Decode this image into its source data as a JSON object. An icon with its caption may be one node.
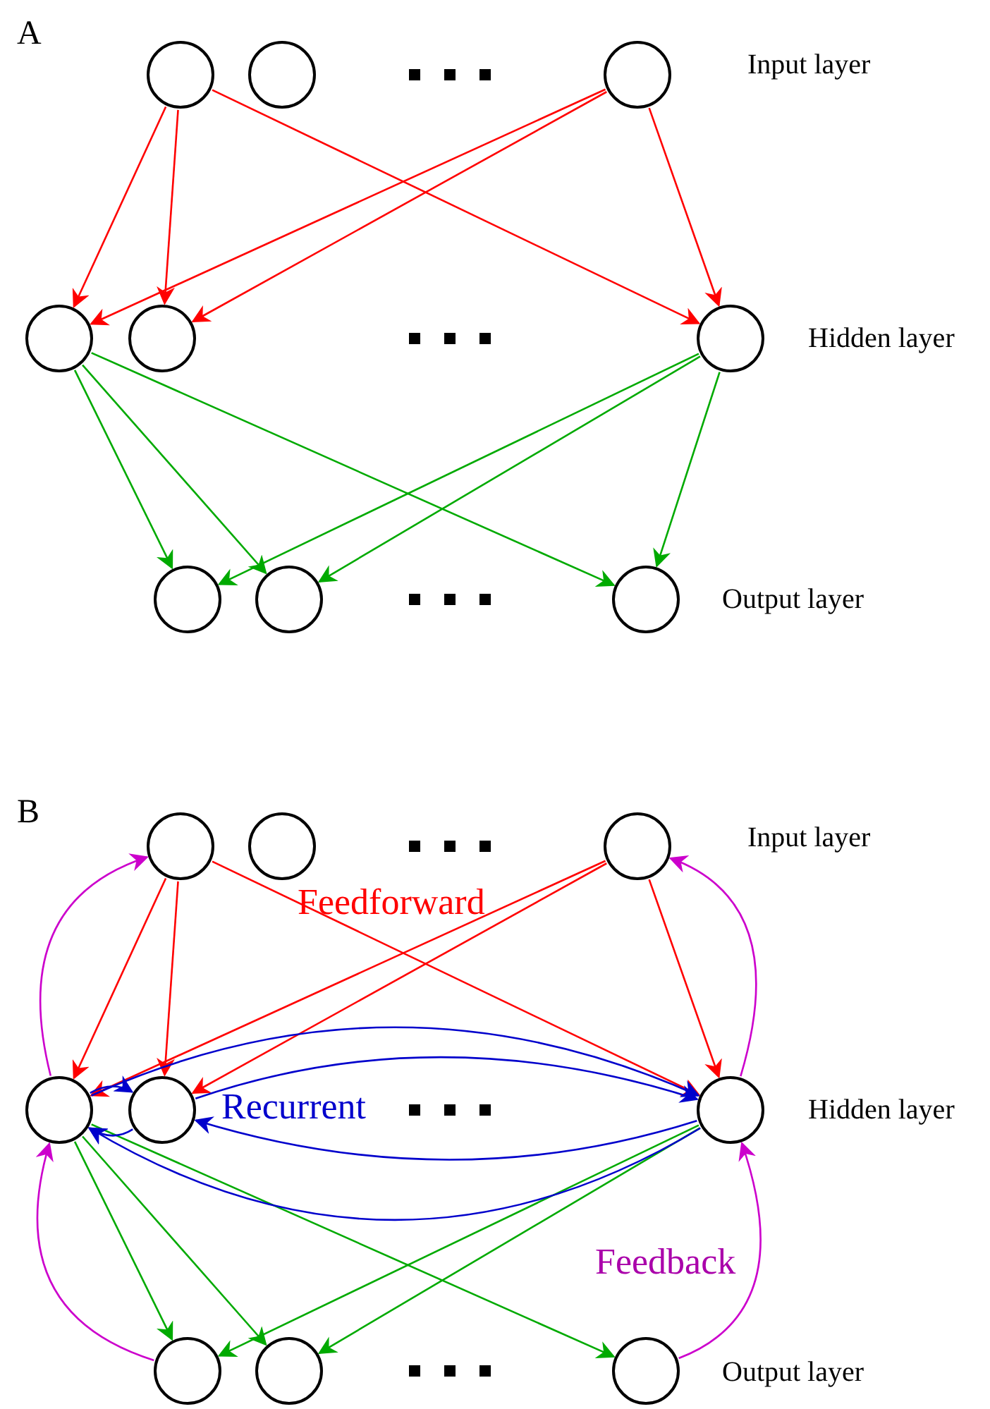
{
  "diagram": {
    "nodes": [
      {
        "text": [],
        "shape": "circle"
      },
      {
        "text": [],
        "shape": "circle"
      },
      {
        "text": [],
        "shape": "circle"
      },
      {
        "text": [],
        "shape": "circle"
      },
      {
        "text": [],
        "shape": "circle"
      },
      {
        "text": [],
        "shape": "circle"
      },
      {
        "text": [],
        "shape": "circle"
      },
      {
        "text": [],
        "shape": "circle"
      },
      {
        "text": [],
        "shape": "circle"
      },
      {
        "text": [],
        "shape": "circle"
      },
      {
        "text": [],
        "shape": "circle"
      },
      {
        "text": [],
        "shape": "circle"
      },
      {
        "text": [],
        "shape": "circle"
      },
      {
        "text": [],
        "shape": "circle"
      },
      {
        "text": [],
        "shape": "circle"
      },
      {
        "text": [],
        "shape": "circle"
      },
      {
        "text": [],
        "shape": "circle"
      },
      {
        "text": [],
        "shape": "circle"
      }
    ],
    "edges": [
      {
        "from": 0,
        "to": 3,
        "arrow": "to",
        "color": "#ff0000"
      },
      {
        "from": 0,
        "to": 4,
        "arrow": "to",
        "color": "#ff0000"
      },
      {
        "from": 0,
        "to": 5,
        "arrow": "to",
        "color": "#ff0000"
      },
      {
        "from": 2,
        "to": 3,
        "arrow": "to",
        "color": "#ff0000"
      },
      {
        "from": 2,
        "to": 4,
        "arrow": "to",
        "color": "#ff0000"
      },
      {
        "from": 2,
        "to": 5,
        "arrow": "to",
        "color": "#ff0000"
      },
      {
        "from": 3,
        "to": 6,
        "arrow": "to",
        "color": "#00aa00"
      },
      {
        "from": 3,
        "to": 7,
        "arrow": "to",
        "color": "#00aa00"
      },
      {
        "from": 3,
        "to": 8,
        "arrow": "to",
        "color": "#00aa00"
      },
      {
        "from": 5,
        "to": 6,
        "arrow": "to",
        "color": "#00aa00"
      },
      {
        "from": 5,
        "to": 7,
        "arrow": "to",
        "color": "#00aa00"
      },
      {
        "from": 5,
        "to": 8,
        "arrow": "to",
        "color": "#00aa00"
      },
      {
        "from": 9,
        "to": 12,
        "arrow": "to",
        "color": "#ff0000"
      },
      {
        "from": 9,
        "to": 13,
        "arrow": "to",
        "color": "#ff0000"
      },
      {
        "from": 9,
        "to": 14,
        "arrow": "to",
        "color": "#ff0000"
      },
      {
        "from": 11,
        "to": 12,
        "arrow": "to",
        "color": "#ff0000"
      },
      {
        "from": 11,
        "to": 13,
        "arrow": "to",
        "color": "#ff0000"
      },
      {
        "from": 11,
        "to": 14,
        "arrow": "to",
        "color": "#ff0000"
      },
      {
        "from": 12,
        "to": 15,
        "arrow": "to",
        "color": "#00aa00"
      },
      {
        "from": 12,
        "to": 16,
        "arrow": "to",
        "color": "#00aa00"
      },
      {
        "from": 12,
        "to": 17,
        "arrow": "to",
        "color": "#00aa00"
      },
      {
        "from": 14,
        "to": 15,
        "arrow": "to",
        "color": "#00aa00"
      },
      {
        "from": 14,
        "to": 16,
        "arrow": "to",
        "color": "#00aa00"
      },
      {
        "from": 12,
        "to": 13,
        "arrow": "to",
        "color": "#0000cc"
      },
      {
        "from": 13,
        "to": 12,
        "arrow": "to",
        "color": "#0000cc"
      },
      {
        "from": 12,
        "to": 14,
        "arrow": "to",
        "color": "#0000cc"
      },
      {
        "from": 13,
        "to": 14,
        "arrow": "to",
        "color": "#0000cc"
      },
      {
        "from": 14,
        "to": 13,
        "arrow": "to",
        "color": "#0000cc"
      },
      {
        "from": 14,
        "to": 12,
        "arrow": "to",
        "color": "#0000cc"
      },
      {
        "from": 12,
        "to": 9,
        "arrow": "to",
        "color": "#cc00cc"
      },
      {
        "from": 15,
        "to": 12,
        "arrow": "to",
        "color": "#cc00cc"
      },
      {
        "from": 14,
        "to": 11,
        "arrow": "to",
        "color": "#cc00cc"
      },
      {
        "from": 17,
        "to": 14,
        "arrow": "to",
        "color": "#cc00cc"
      }
    ],
    "labels": [
      "A",
      "Input layer",
      "Hidden layer",
      "Output layer",
      "B",
      "Input layer",
      "Feedforward",
      "Recurrent",
      "Hidden layer",
      "Feedback",
      "Output layer"
    ]
  }
}
